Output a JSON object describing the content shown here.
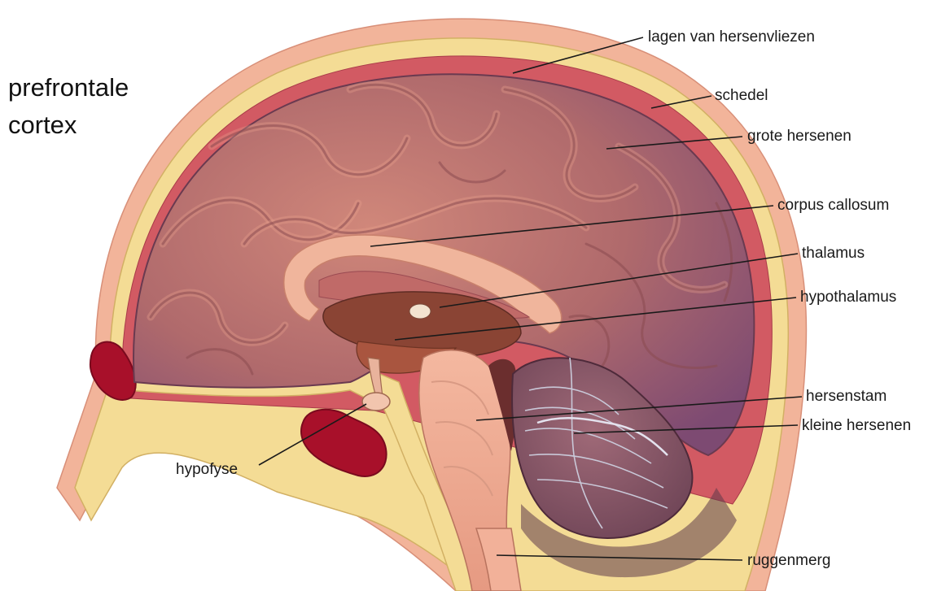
{
  "title": {
    "line1": "prefrontale",
    "line2": "cortex"
  },
  "labels": {
    "meninges": "lagen van hersenvliezen",
    "skull": "schedel",
    "cerebrum": "grote hersenen",
    "corpus_callosum": "corpus callosum",
    "thalamus": "thalamus",
    "hypothalamus": "hypothalamus",
    "brainstem": "hersenstam",
    "cerebellum": "kleine hersenen",
    "spinal_cord": "ruggenmerg",
    "pituitary": "hypofyse"
  },
  "colors": {
    "skin": "#f2b49a",
    "bone": "#f4dc95",
    "meninges": "#c8485a",
    "cerebrum": "#b86f6d",
    "cerebrum_dark": "#8b4f70",
    "callosum": "#f0b59c",
    "brainstem": "#eaa58a",
    "cerebellum": "#8d5565",
    "sinus": "#a8102a"
  }
}
